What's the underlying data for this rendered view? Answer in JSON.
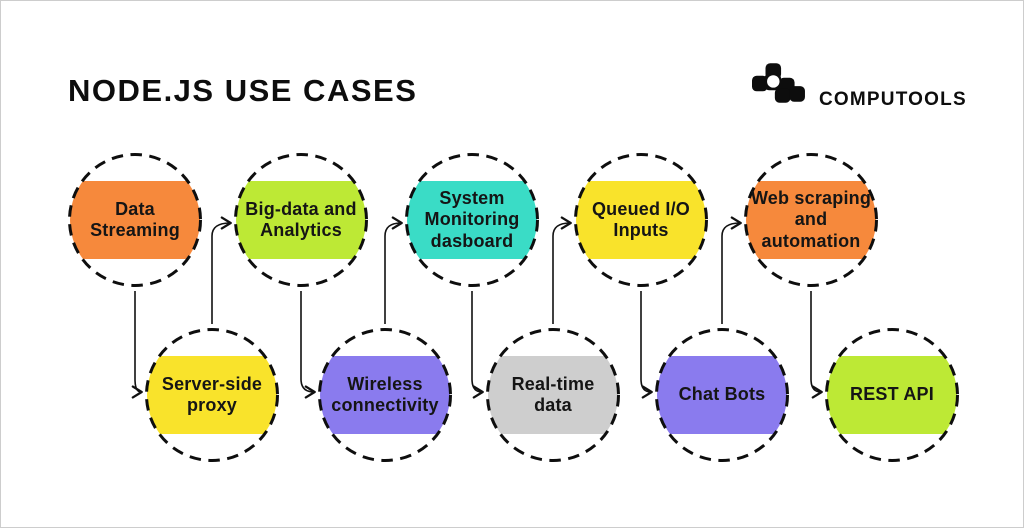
{
  "title": "NODE.JS USE CASES",
  "logo": {
    "text": "COMPUTOOLS",
    "color": "#0d0d0d"
  },
  "flow": {
    "ring_color": "#0e0e0e",
    "arrow_color": "#111111",
    "nodes": [
      {
        "label": "Data\nStreaming",
        "color": "#F6893C"
      },
      {
        "label": "Server-side\nproxy",
        "color": "#F9E32B"
      },
      {
        "label": "Big-data and\nAnalytics",
        "color": "#BDE935"
      },
      {
        "label": "Wireless\nconnectivity",
        "color": "#8A7BEE"
      },
      {
        "label": "System\nMonitoring\ndasboard",
        "color": "#3ADCC6"
      },
      {
        "label": "Real-time\ndata",
        "color": "#CECECE"
      },
      {
        "label": "Queued I/O\nInputs",
        "color": "#F9E32B"
      },
      {
        "label": "Chat Bots",
        "color": "#8A7BEE"
      },
      {
        "label": "Web scraping\nand\nautomation",
        "color": "#F6893C"
      },
      {
        "label": "REST API",
        "color": "#BDE935"
      }
    ]
  }
}
